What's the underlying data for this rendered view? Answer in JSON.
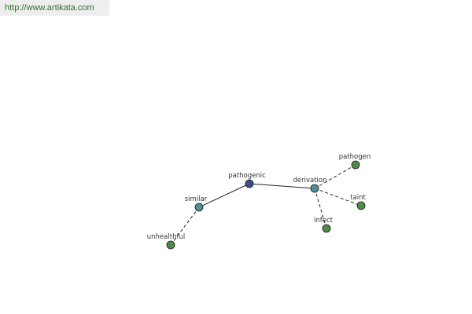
{
  "site_link": "http://www.artikata.com",
  "colors": {
    "center_node": "#3d4f8a",
    "relation_node": "#4f8f8f",
    "leaf_node": "#4e8a48",
    "edge": "#222222",
    "background": "#ffffff"
  },
  "nodes": {
    "pathogenic": "pathogenic",
    "similar": "similar",
    "unhealthful": "unhealthful",
    "derivation": "derivation",
    "pathogen": "pathogen",
    "taint": "taint",
    "infect": "infect"
  },
  "edges": [
    {
      "from": "pathogenic",
      "to": "similar",
      "style": "solid"
    },
    {
      "from": "pathogenic",
      "to": "derivation",
      "style": "solid"
    },
    {
      "from": "similar",
      "to": "unhealthful",
      "style": "dashed"
    },
    {
      "from": "derivation",
      "to": "pathogen",
      "style": "dashed"
    },
    {
      "from": "derivation",
      "to": "taint",
      "style": "dashed"
    },
    {
      "from": "derivation",
      "to": "infect",
      "style": "dashed"
    }
  ]
}
